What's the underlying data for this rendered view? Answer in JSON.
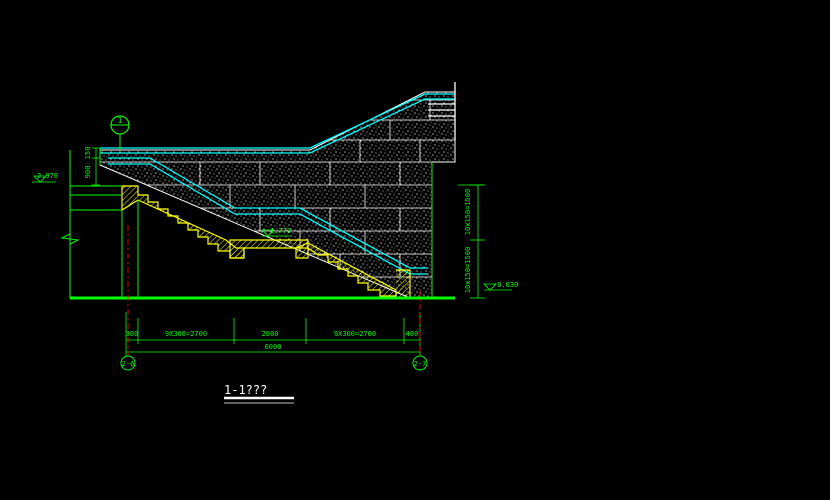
{
  "drawing": {
    "title": "1-1???",
    "levels": {
      "left": "2.970",
      "mid": "1.770",
      "right": "-0.030"
    },
    "vertical_dims": {
      "top_a": "150",
      "top_b": "900",
      "upper": "10x150=1500",
      "lower": "10x150=1500"
    },
    "horizontal_dims": {
      "seg1": "300",
      "seg2": "9X300=2700",
      "seg3": "2000",
      "seg4": "9X300=2700",
      "seg5": "400",
      "total": "6000"
    },
    "axes": {
      "left": "2-6",
      "right": "2-7",
      "section_marker": "1"
    },
    "colors": {
      "line": "#00ff00",
      "rail": "#00ffff",
      "wall": "#ffffff",
      "stair": "#ffff00",
      "axis": "#ff0000"
    }
  }
}
